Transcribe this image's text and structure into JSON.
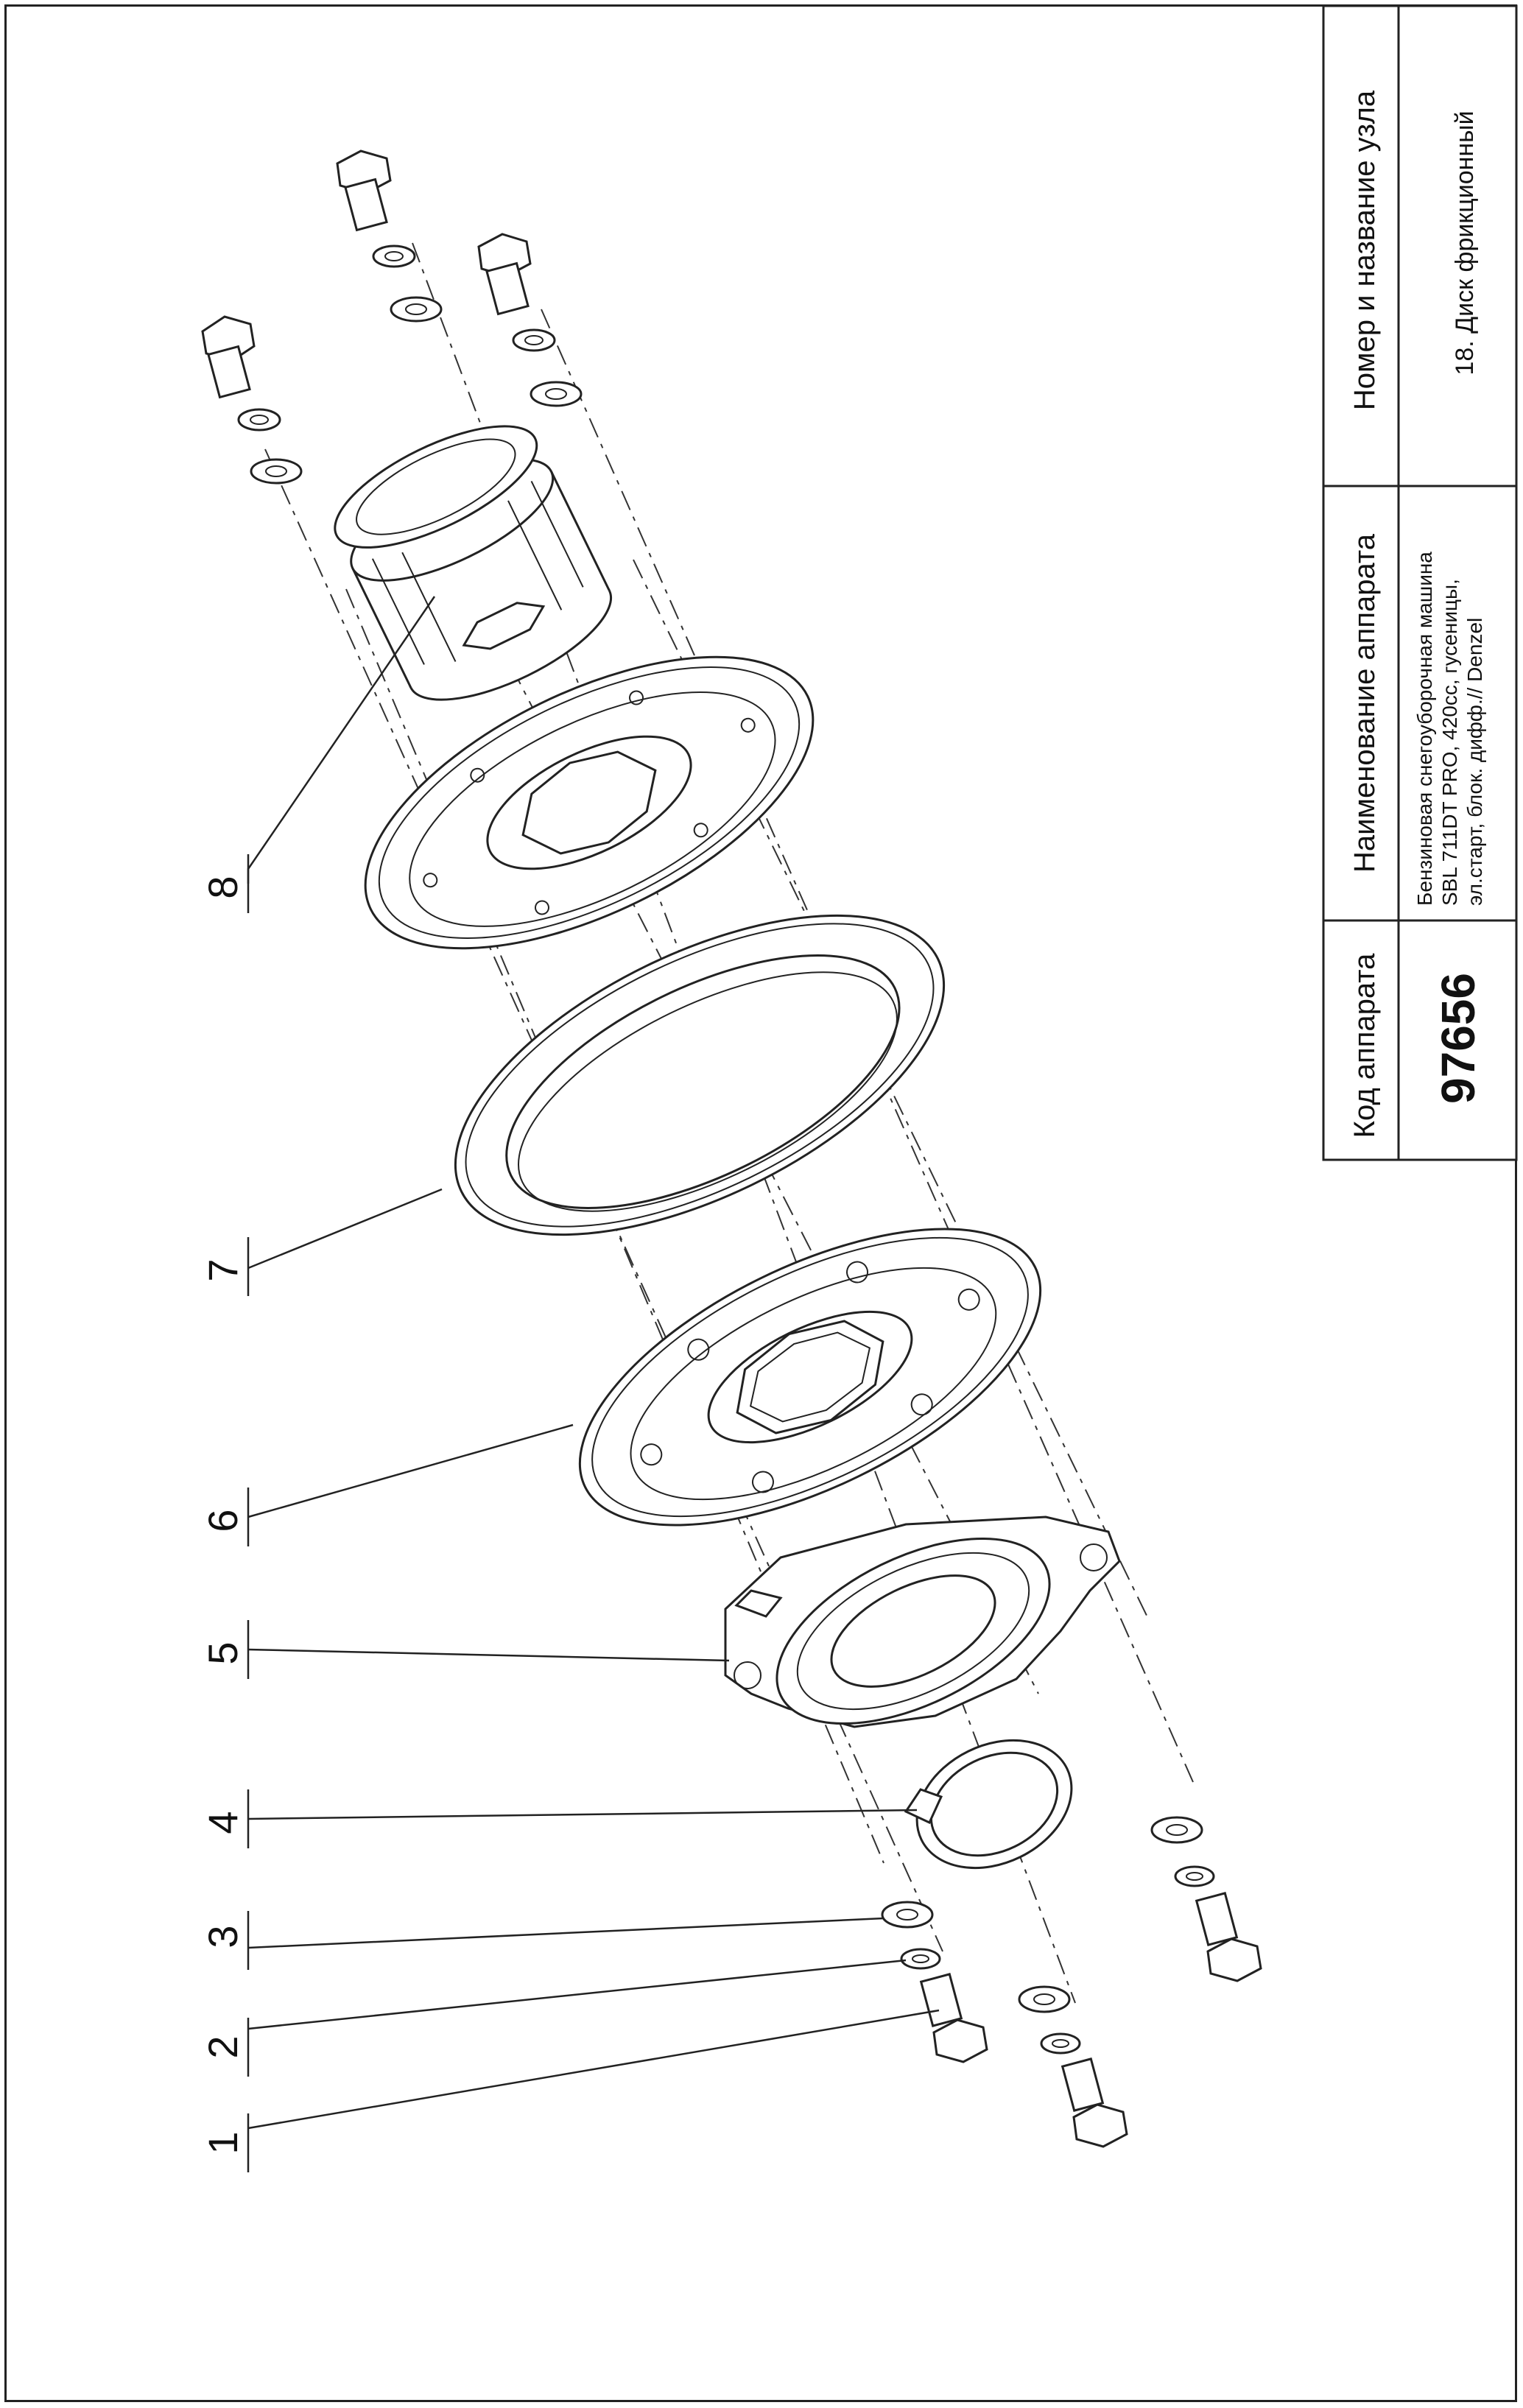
{
  "title_block": {
    "code_header": "Код аппарата",
    "code_value": "97656",
    "device_header": "Наименование аппарата",
    "device_name_lines": [
      "Бензиновая снегоуборочная машина",
      "SBL 711DT PRO, 420cc, гусеницы,",
      "эл.старт, блок. дифф.// Denzel"
    ],
    "unit_header": "Номер и название узла",
    "unit_name": "18. Диск фрикционный"
  },
  "callouts": [
    {
      "id": "callout-1",
      "label": "1"
    },
    {
      "id": "callout-2",
      "label": "2"
    },
    {
      "id": "callout-3",
      "label": "3"
    },
    {
      "id": "callout-4",
      "label": "4"
    },
    {
      "id": "callout-5",
      "label": "5"
    },
    {
      "id": "callout-6",
      "label": "6"
    },
    {
      "id": "callout-7",
      "label": "7"
    },
    {
      "id": "callout-8",
      "label": "8"
    }
  ]
}
